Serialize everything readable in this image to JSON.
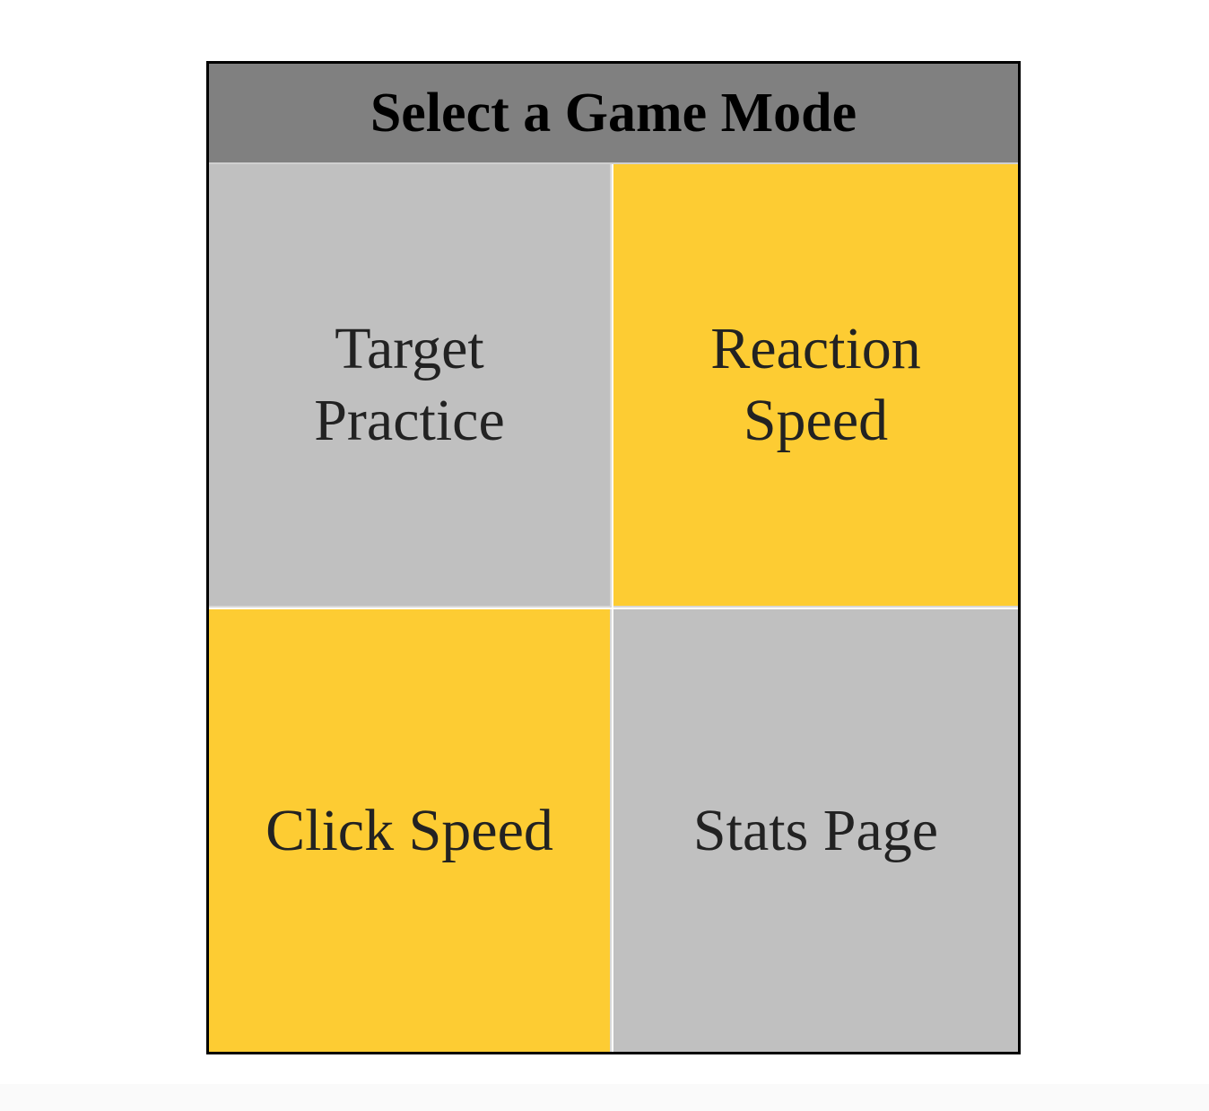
{
  "menu": {
    "title": "Select a Game Mode",
    "header_color": "#808080",
    "modes": [
      {
        "label": "Target\nPractice",
        "color": "#c0c0c0"
      },
      {
        "label": "Reaction\nSpeed",
        "color": "#fdcc33"
      },
      {
        "label": "Click Speed",
        "color": "#fdcc33"
      },
      {
        "label": "Stats Page",
        "color": "#c0c0c0"
      }
    ]
  }
}
